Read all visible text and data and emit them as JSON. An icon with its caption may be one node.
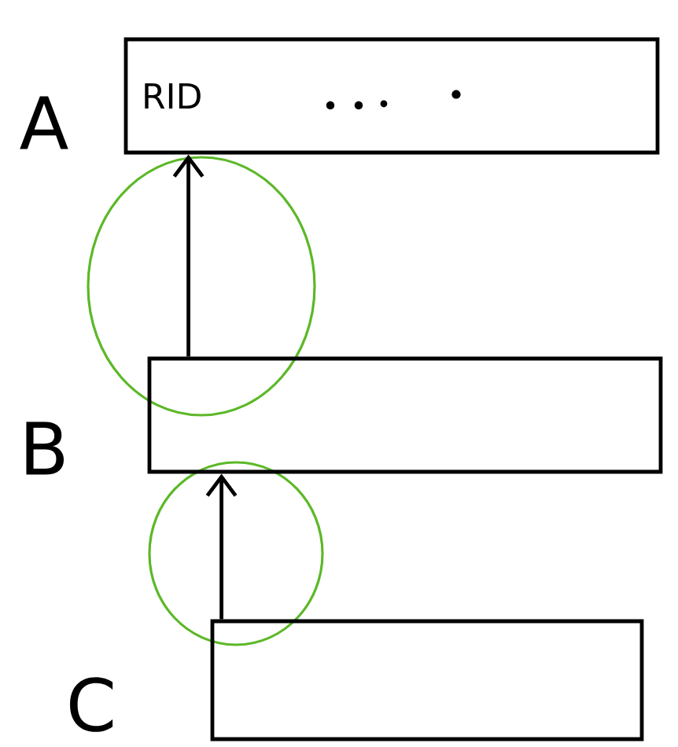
{
  "diagram": {
    "nodes": [
      {
        "text": [
          "RID"
        ],
        "beside": [
          "A"
        ]
      },
      {
        "text": [],
        "shape": "box",
        "beside": [
          "B"
        ]
      },
      {
        "text": [],
        "shape": "box",
        "beside": [
          "C"
        ]
      }
    ],
    "edges": [
      {
        "from": 1,
        "to": 0,
        "arrow": "to"
      },
      {
        "from": 2,
        "to": 1,
        "arrow": "to"
      }
    ]
  }
}
